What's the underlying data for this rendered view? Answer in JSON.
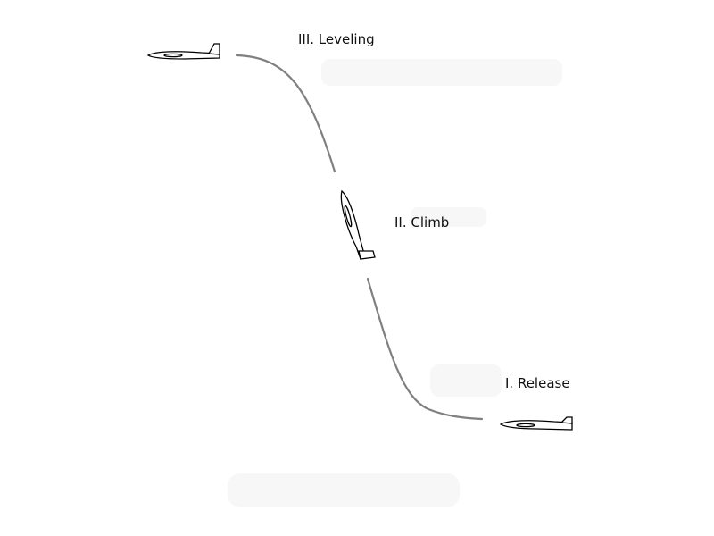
{
  "stages": {
    "leveling": "III. Leveling",
    "climb": "II. Climb",
    "release": "I. Release"
  },
  "colors": {
    "path": "#808080",
    "glider_outline": "#000000",
    "glider_fill": "#ffffff",
    "text": "#111111",
    "background": "#ffffff"
  }
}
